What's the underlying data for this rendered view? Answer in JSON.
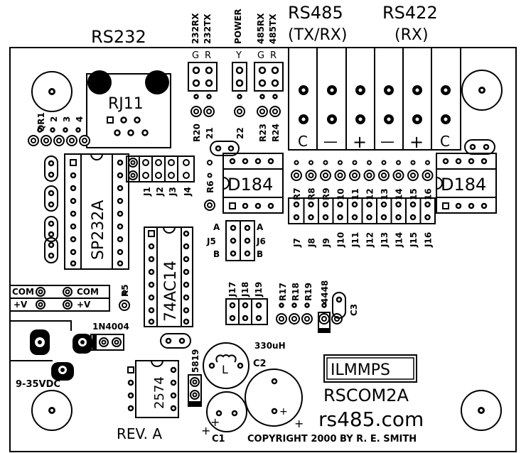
{
  "labels": {
    "rs232": "RS232",
    "rs485": "RS485",
    "rs422": "RS422",
    "txrx": "(TX/RX)",
    "rx": "(RX)",
    "led_232rx": "232RX",
    "led_232tx": "232TX",
    "led_power": "POWER",
    "led_485rx": "485RX",
    "led_485tx": "485TX",
    "rj11": "RJ11",
    "sp232a": "SP232A",
    "ac14": "74AC14",
    "d184_left": "D184",
    "d184_right": "D184",
    "ic2574": "2574",
    "ilmmps": "ILMMPS",
    "rscom2a": "RSCOM2A",
    "site": "rs485.com",
    "copyright": "COPYRIGHT 2000 BY R. E. SMITH",
    "rev": "REV. A",
    "vin": "9-35VDC",
    "diode_1n4004": "1N4004",
    "diode_5819": "5819",
    "diode_4448": "4448",
    "inductor": "330uH",
    "inductor_symbol": "L",
    "c1": "C1",
    "c2": "C2",
    "c3": "C3",
    "plus": "+",
    "com": "COM",
    "plus_v": "+V",
    "led_g": "G",
    "led_r": "R",
    "led_y": "Y",
    "jumper_a": "A",
    "jumper_b": "B",
    "term_c": "C",
    "term_minus": "—",
    "term_plus": "+"
  },
  "ref_designators": {
    "q_row": [
      "QR1",
      "2",
      "3",
      "4"
    ],
    "r_left": [
      "R20",
      "21",
      "22",
      "R23",
      "R24"
    ],
    "j_left": [
      "J1",
      "J2",
      "J3",
      "J4"
    ],
    "r6": "R6",
    "r5": "R5",
    "r_mid": [
      "R7",
      "R8",
      "R9",
      "10",
      "11",
      "12",
      "13",
      "14",
      "15",
      "16"
    ],
    "j_mid": [
      "J7",
      "J8",
      "J9",
      "J10",
      "J11",
      "J12",
      "J13",
      "J14",
      "J15",
      "J16"
    ],
    "j5": "J5",
    "j6": "J6",
    "j_low": [
      "J17",
      "J18",
      "J19"
    ],
    "r_low": [
      "R17",
      "R18",
      "R19"
    ]
  }
}
